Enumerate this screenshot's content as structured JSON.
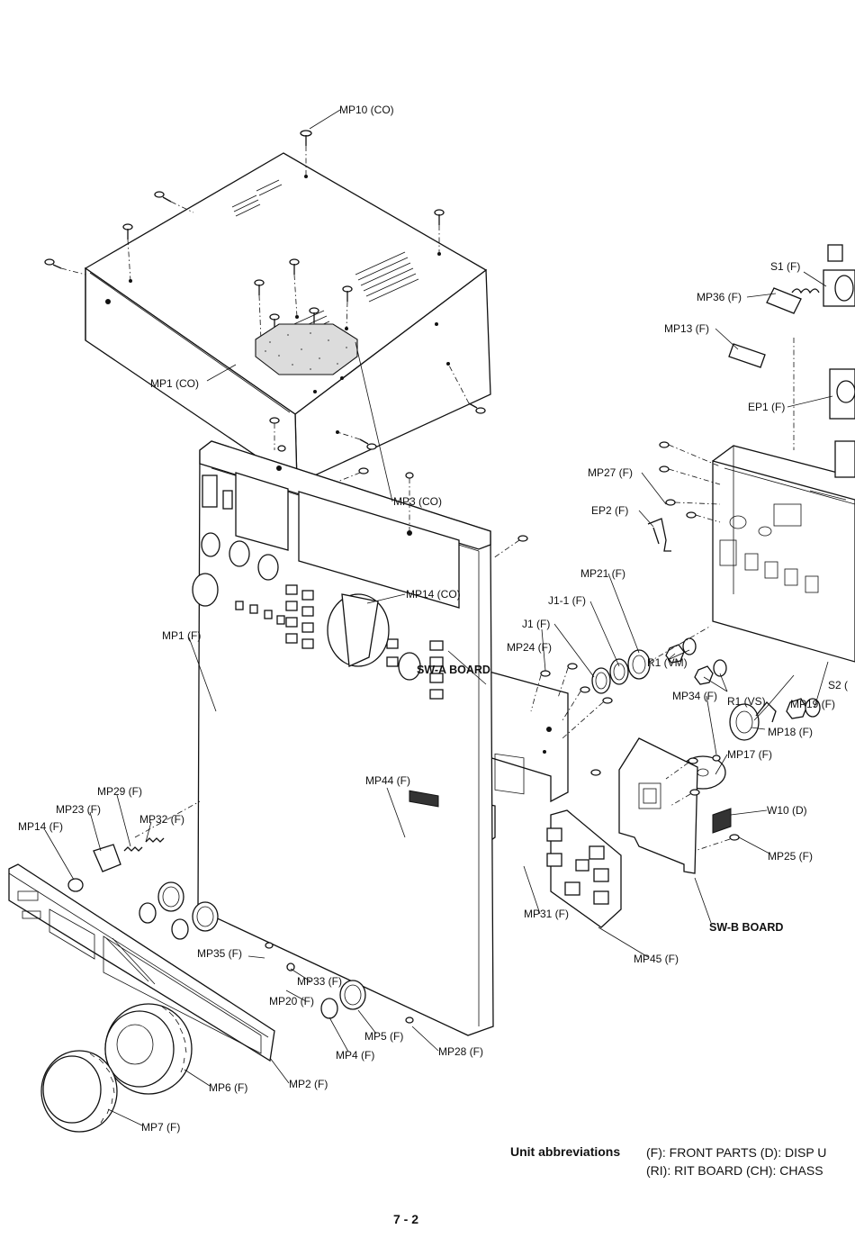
{
  "labels": {
    "mp10_co": "MP10 (CO)",
    "mp1_co": "MP1 (CO)",
    "mp3_co": "MP3 (CO)",
    "mp14_co": "MP14 (CO)",
    "s1_f": "S1 (F)",
    "mp36_f": "MP36 (F)",
    "mp13_f": "MP13 (F)",
    "ep1_f": "EP1 (F)",
    "mp27_f": "MP27 (F)",
    "ep2_f": "EP2 (F)",
    "mp21_f": "MP21 (F)",
    "j1_1_f": "J1-1 (F)",
    "j1_f": "J1 (F)",
    "r1_vm": "R1 (VM)",
    "r1_vs": "R1 (VS)",
    "mp24_f": "MP24 (F)",
    "sw_a_board": "SW-A BOARD",
    "mp34_f": "MP34 (F)",
    "s2": "S2 (",
    "mp19_f": "MP19 (F)",
    "mp18_f": "MP18 (F)",
    "mp17_f": "MP17 (F)",
    "mp1_f": "MP1 (F)",
    "mp44_f": "MP44 (F)",
    "w10_d": "W10 (D)",
    "mp25_f": "MP25 (F)",
    "mp29_f": "MP29 (F)",
    "mp23_f": "MP23 (F)",
    "mp32_f": "MP32 (F)",
    "mp14_f": "MP14 (F)",
    "mp31_f": "MP31 (F)",
    "sw_b_board": "SW-B BOARD",
    "mp45_f": "MP45 (F)",
    "mp35_f": "MP35 (F)",
    "mp33_f": "MP33 (F)",
    "mp20_f": "MP20 (F)",
    "mp5_f": "MP5 (F)",
    "mp4_f": "MP4 (F)",
    "mp28_f": "MP28 (F)",
    "mp6_f": "MP6 (F)",
    "mp2_f": "MP2 (F)",
    "mp7_f": "MP7 (F)"
  },
  "footer": {
    "unit_abbreviations_title": "Unit abbreviations",
    "line1": "(F): FRONT PARTS    (D): DISP U",
    "line2": "(RI): RIT BOARD    (CH): CHASS"
  },
  "page_number": "7 - 2"
}
